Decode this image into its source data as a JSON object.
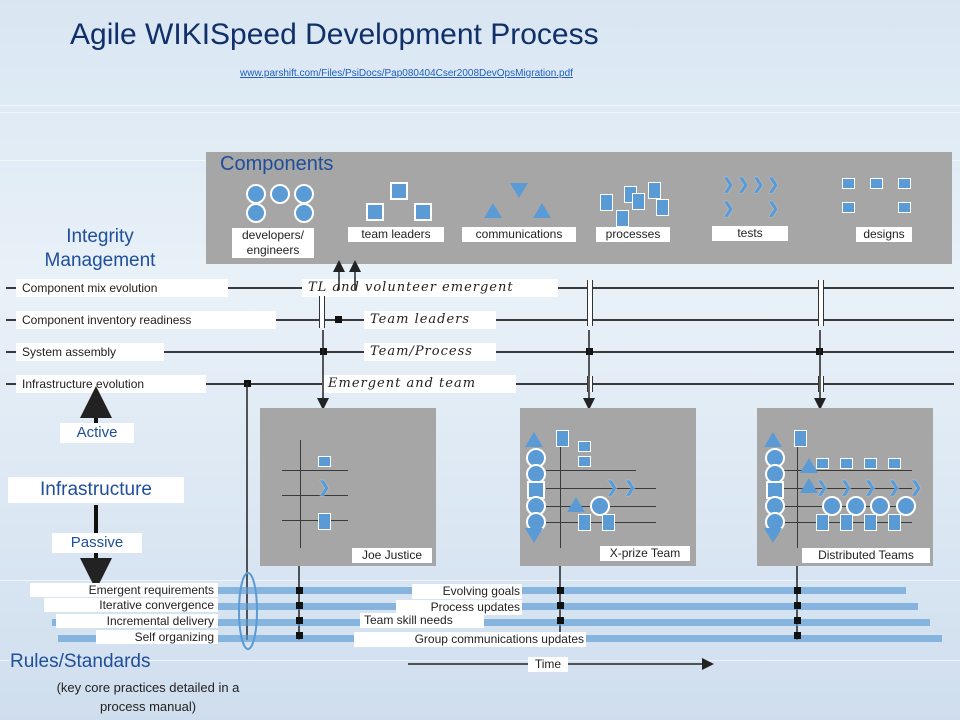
{
  "title": "Agile WIKISpeed Development Process",
  "link": "www.parshift.com/Files/PsiDocs/Pap080404Cser2008DevOpsMigration.pdf",
  "components": {
    "heading": "Components",
    "labels": {
      "developers": "developers/ engineers",
      "team_leaders": "team leaders",
      "communications": "communications",
      "processes": "processes",
      "tests": "tests",
      "designs": "designs"
    }
  },
  "integrity": {
    "heading": "Integrity Management",
    "rows": [
      "Component mix evolution",
      "Component inventory readiness",
      "System assembly",
      "Infrastructure evolution"
    ],
    "responsibilities": [
      "TL and volunteer emergent",
      "Team leaders",
      "Team/Process",
      "Emergent and team"
    ]
  },
  "infrastructure": {
    "active": "Active",
    "label": "Infrastructure",
    "passive": "Passive"
  },
  "teams": [
    "Joe Justice",
    "X-prize Team",
    "Distributed Teams"
  ],
  "rules": {
    "heading": "Rules/Standards",
    "note": "(key core practices detailed in a process manual)",
    "practices": [
      "Emergent requirements",
      "Iterative convergence",
      "Incremental delivery",
      "Self organizing"
    ],
    "updates": [
      "Evolving goals",
      "Process updates",
      "Team skill needs",
      "Group communications updates"
    ]
  },
  "time_label": "Time",
  "colors": {
    "accent": "#5b9bd5",
    "title": "#10306a",
    "panel": "#a6a6a6"
  }
}
